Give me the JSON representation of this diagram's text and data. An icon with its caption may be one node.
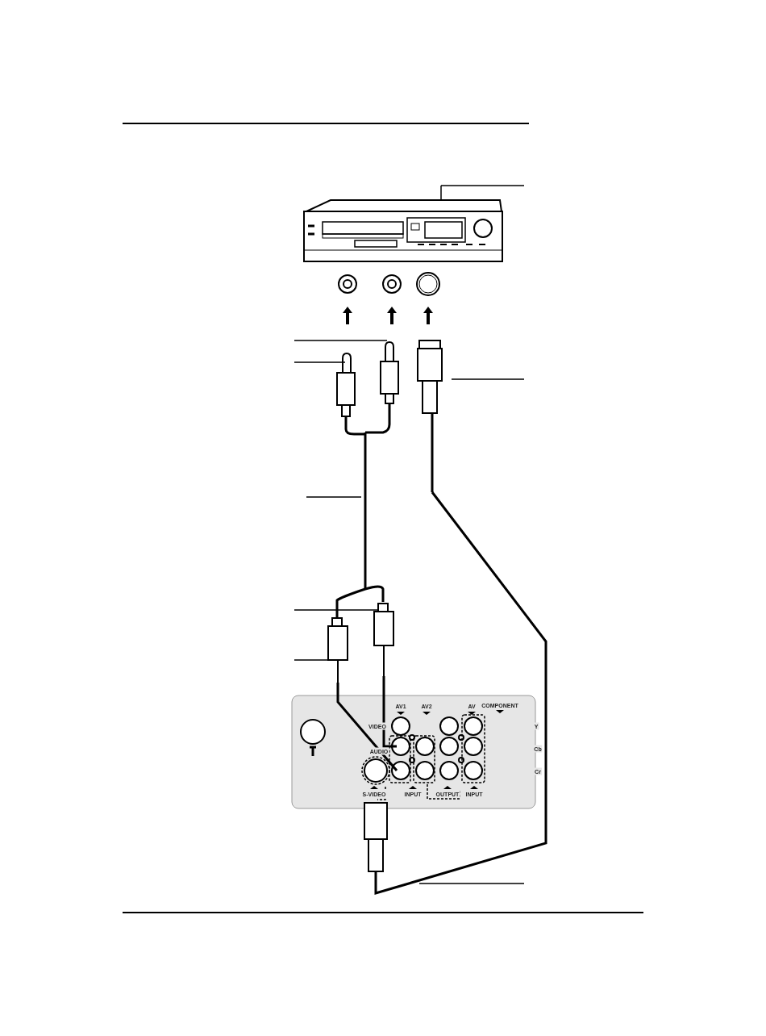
{
  "diagram": {
    "labels": [
      "AV1",
      "AV2",
      "AV",
      "COMPONENT",
      "VIDEO",
      "AUDIO",
      "Y",
      "Cb",
      "Cr",
      "S-VIDEO",
      "INPUT",
      "OUTPUT",
      "INPUT"
    ]
  }
}
